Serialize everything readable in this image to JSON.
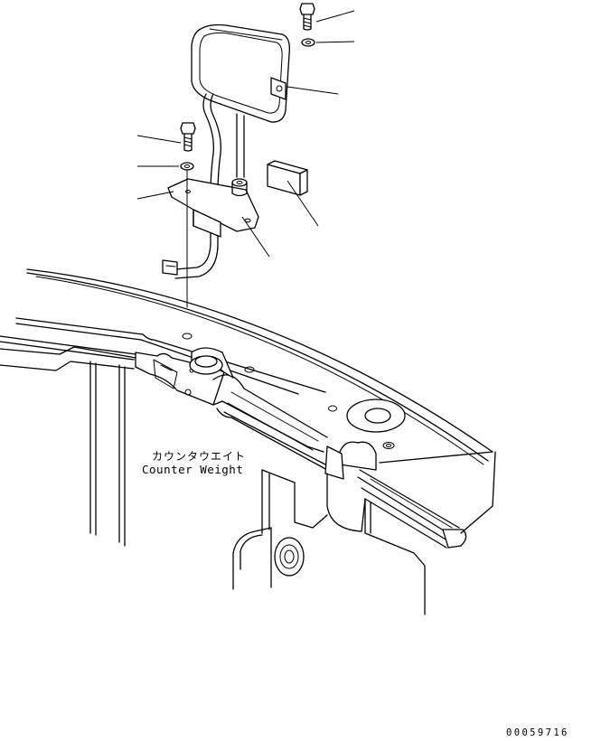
{
  "labels": {
    "part_name_jp": "カウンタウエイト",
    "part_name_en": "Counter Weight"
  },
  "drawing_number": "00059716",
  "callouts": [
    {
      "id": "bolt-top"
    },
    {
      "id": "washer-top"
    },
    {
      "id": "lamp-bracket"
    },
    {
      "id": "bolt-lower"
    },
    {
      "id": "washer-lower"
    },
    {
      "id": "mount-plate"
    },
    {
      "id": "pad"
    },
    {
      "id": "bracket"
    }
  ]
}
